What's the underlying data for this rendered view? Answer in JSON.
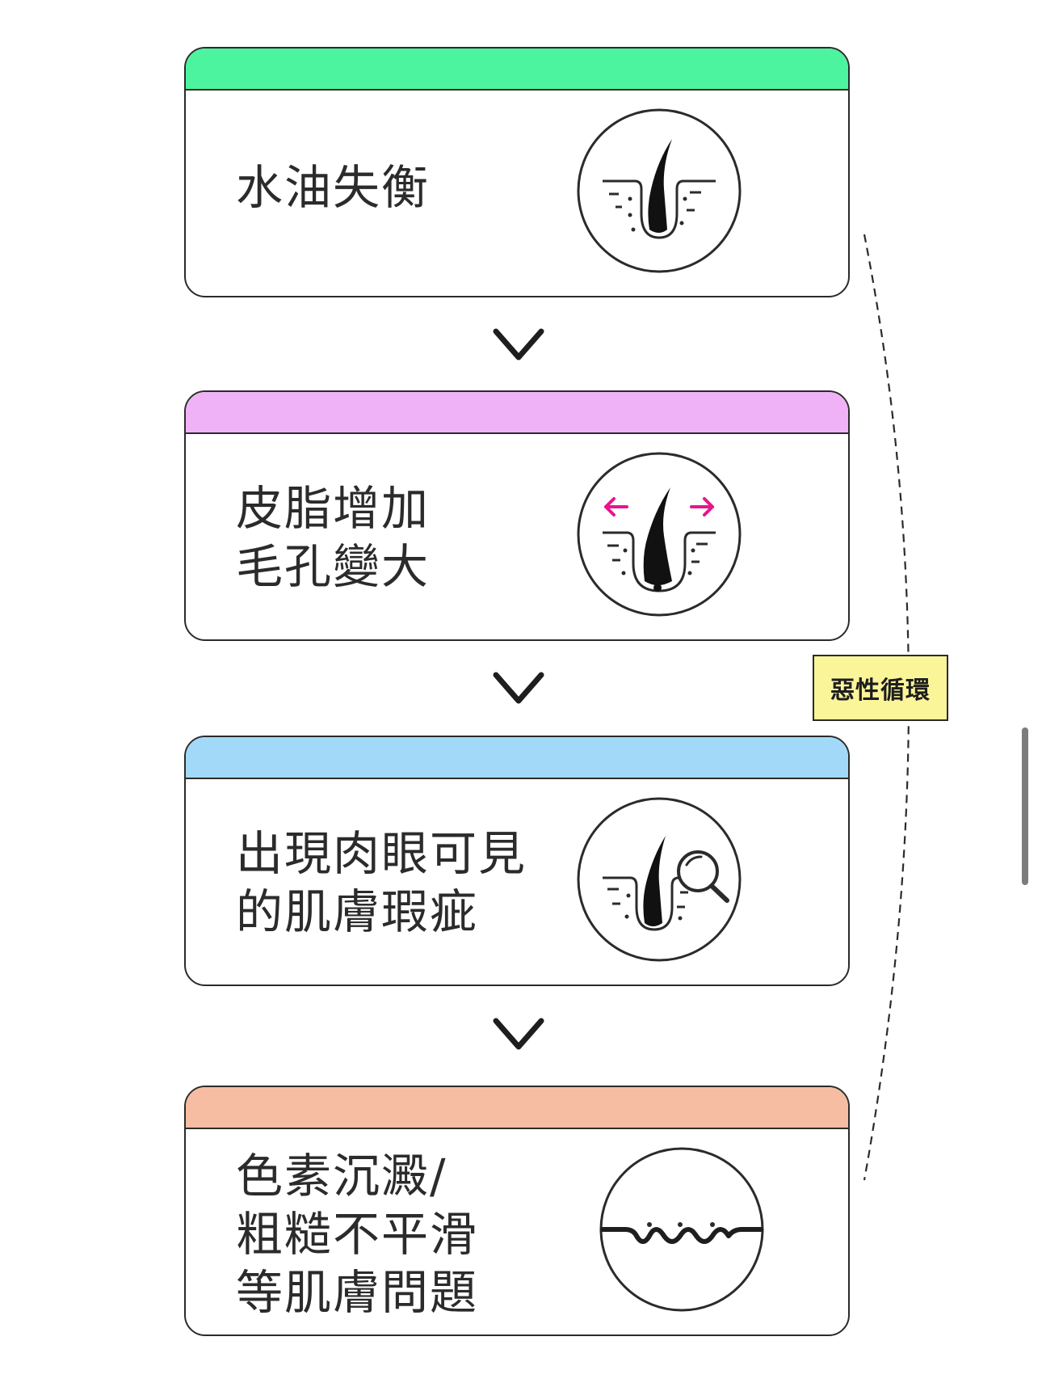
{
  "steps": [
    {
      "text": "水油失衡",
      "band_color": "#4df49f",
      "icon": "hair-follicle-icon"
    },
    {
      "text": "皮脂增加\n毛孔變大",
      "band_color": "#f0b2f7",
      "icon": "enlarged-pore-icon",
      "arrow_color": "#e8158e"
    },
    {
      "text": "出現肉眼可見\n的肌膚瑕疵",
      "band_color": "#a3d9f8",
      "icon": "magnifier-follicle-icon"
    },
    {
      "text": "色素沉澱/\n粗糙不平滑\n等肌膚問題",
      "band_color": "#f6bda2",
      "icon": "rough-skin-icon"
    }
  ],
  "loop": {
    "label": "惡性循環",
    "label_bg": "#fbf59a"
  },
  "arrow_icon": "chevron-down-icon"
}
